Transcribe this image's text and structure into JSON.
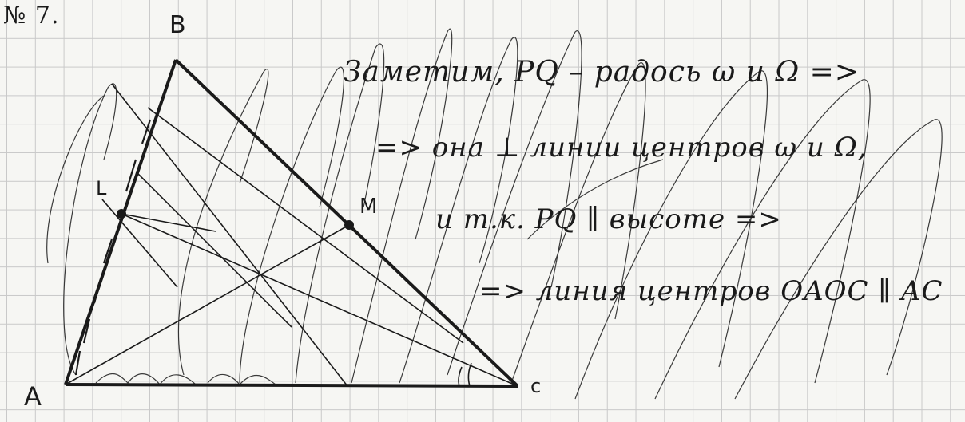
{
  "problem_number": "№ 7.",
  "points": {
    "A": "A",
    "B": "B",
    "C": "c",
    "L": "L",
    "M": "M"
  },
  "notes": {
    "line1": "Заметим, PQ – радось ω и Ω =>",
    "line2": "=> она ⊥ линии центров ω и Ω,",
    "line3": "и т.к. PQ ∥ высоте =>",
    "line4": "=> линия центров OAOC ∥ AC"
  },
  "colors": {
    "ink": "#1a1a1a",
    "grid": "#c9c9c9",
    "paper": "#f6f6f3"
  }
}
